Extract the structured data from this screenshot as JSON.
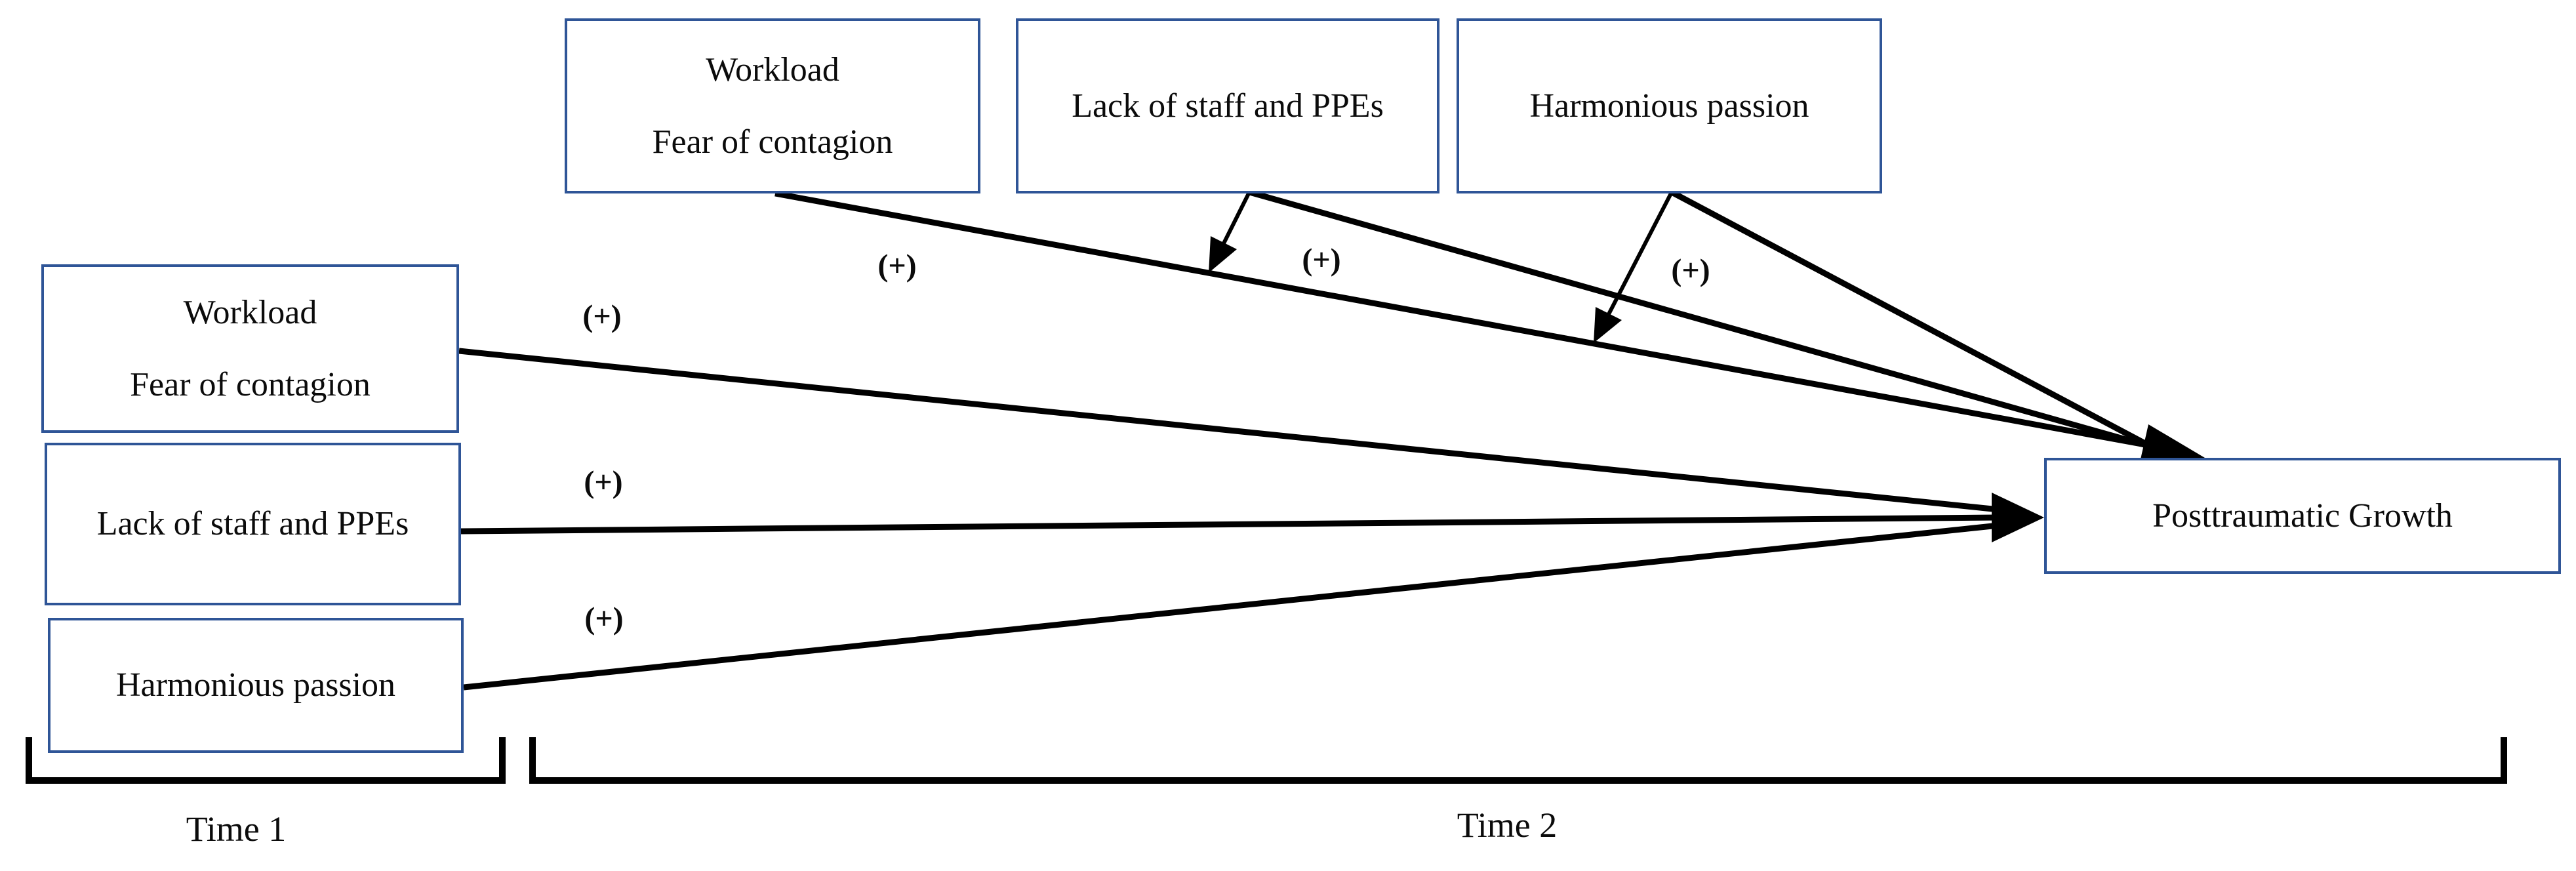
{
  "figure": {
    "description": "Longitudinal path model: Time 1 stressors and passion predicting Posttraumatic Growth at Time 2, with Time 2 measures of the same constructs also linked to Posttraumatic Growth",
    "sign_label": "(+)",
    "time1_boxes": [
      {
        "id": "workload-fear-t1",
        "line1": "Workload",
        "line2": "Fear of contagion"
      },
      {
        "id": "lack-staff-ppes-t1",
        "line1": "Lack of staff and PPEs"
      },
      {
        "id": "harmonious-passion-t1",
        "line1": "Harmonious passion"
      }
    ],
    "time2_boxes": [
      {
        "id": "workload-fear-t2",
        "line1": "Workload",
        "line2": "Fear of contagion"
      },
      {
        "id": "lack-staff-ppes-t2",
        "line1": "Lack of staff and PPEs"
      },
      {
        "id": "harmonious-passion-t2",
        "line1": "Harmonious passion"
      }
    ],
    "outcome_box": {
      "id": "posttraumatic-growth",
      "label": "Posttraumatic Growth"
    },
    "brackets": [
      {
        "label": "Time 1"
      },
      {
        "label": "Time 2"
      }
    ],
    "arrows": [
      {
        "from": "Workload / Fear of contagion (Time 1)",
        "to": "Posttraumatic Growth",
        "sign": "(+)",
        "type": "direct"
      },
      {
        "from": "Lack of staff and PPEs (Time 1)",
        "to": "Posttraumatic Growth",
        "sign": "(+)",
        "type": "direct"
      },
      {
        "from": "Harmonious passion (Time 1)",
        "to": "Posttraumatic Growth",
        "sign": "(+)",
        "type": "direct"
      },
      {
        "from": "Workload / Fear of contagion (Time 2)",
        "to": "Posttraumatic Growth",
        "sign": "(+)",
        "type": "direct"
      },
      {
        "from": "Lack of staff and PPEs (Time 2)",
        "to": "Posttraumatic Growth",
        "sign": "(+)",
        "type": "direct"
      },
      {
        "from": "Harmonious passion (Time 2)",
        "to": "Posttraumatic Growth",
        "sign": "(+)",
        "type": "direct"
      },
      {
        "from": "Lack of staff and PPEs (Time 2)",
        "to": "path from Workload / Fear of contagion (Time 2) to Posttraumatic Growth",
        "type": "short arrow onto path"
      },
      {
        "from": "Harmonious passion (Time 2)",
        "to": "path from Workload / Fear of contagion (Time 2) to Posttraumatic Growth",
        "type": "short arrow onto path"
      }
    ],
    "colors": {
      "box_border": "#2f5597",
      "arrow": "#000000",
      "text": "#0b0b0b",
      "background": "#ffffff"
    }
  }
}
